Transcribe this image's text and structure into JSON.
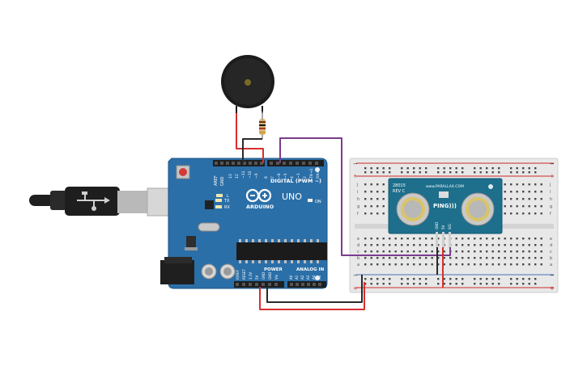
{
  "arduino": {
    "brand_text": "ARDUINO",
    "model_text": "UNO",
    "digital_header_label": "DIGITAL (PWM ~)",
    "power_header_label": "POWER",
    "analog_header_label": "ANALOG IN",
    "on_label": "ON",
    "tx_label": "TX",
    "rx_label": "RX",
    "l_label": "L",
    "aref_label": "AREF",
    "gnd_label": "GND",
    "digital_pins": [
      "13",
      "12",
      "~11",
      "~10",
      "~9",
      "8",
      "7",
      "~6",
      "~5",
      "4",
      "~3",
      "2",
      "TX→1",
      "RX←0"
    ],
    "power_pins": [
      "IOREF",
      "RESET",
      "3.3V",
      "5V",
      "GND",
      "GND",
      "Vin"
    ],
    "analog_pins": [
      "A0",
      "A1",
      "A2",
      "A3",
      "A4",
      "A5"
    ]
  },
  "sensor": {
    "brand_text": "www.PARALLAX.COM",
    "model_text": "PING)))",
    "part_text": "28015",
    "rev_text": "REV C",
    "pin_labels": [
      "GND",
      "5V",
      "SIG"
    ]
  },
  "breadboard": {
    "row_letters_top": [
      "j",
      "i",
      "h",
      "g",
      "f"
    ],
    "row_letters_bottom": [
      "e",
      "d",
      "c",
      "b",
      "a"
    ],
    "plus_label": "+",
    "minus_label": "−"
  },
  "colors": {
    "arduino_board": "#2b6fa8",
    "breadboard": "#e8e8e8",
    "sensor_board": "#1d6f8c",
    "wire_red": "#d62f2f",
    "wire_black": "#2a2a2a",
    "wire_purple": "#7a3c8e",
    "rail_red": "#cc2a2a",
    "rail_blue": "#4a6fb8"
  }
}
